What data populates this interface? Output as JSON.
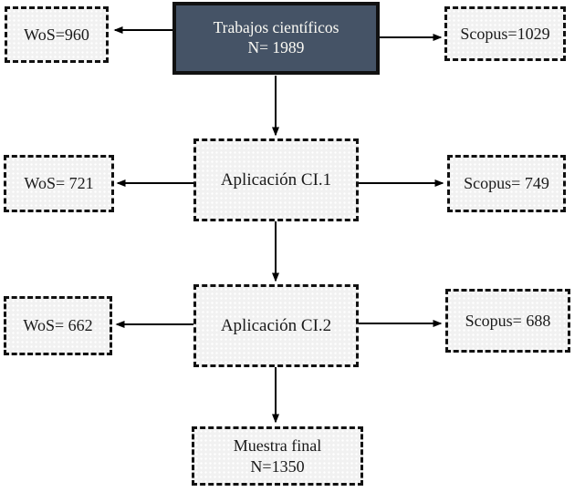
{
  "diagram": {
    "nodes": {
      "root": {
        "line1": "Trabajos científicos",
        "line2": "N= 1989"
      },
      "wos1": {
        "label": "WoS=960"
      },
      "scopus1": {
        "label": "Scopus=1029"
      },
      "ci1": {
        "label": "Aplicación CI.1"
      },
      "wos2": {
        "label": "WoS= 721"
      },
      "scopus2": {
        "label": "Scopus= 749"
      },
      "ci2": {
        "label": "Aplicación CI.2"
      },
      "wos3": {
        "label": "WoS= 662"
      },
      "scopus3": {
        "label": "Scopus= 688"
      },
      "final": {
        "line1": "Muestra final",
        "line2": "N=1350"
      }
    },
    "colors": {
      "root_fill": "#455366",
      "root_text": "#fbfaf4",
      "box_fill": "#f1f1f1",
      "border": "#111111",
      "arrow": "#000000"
    }
  }
}
